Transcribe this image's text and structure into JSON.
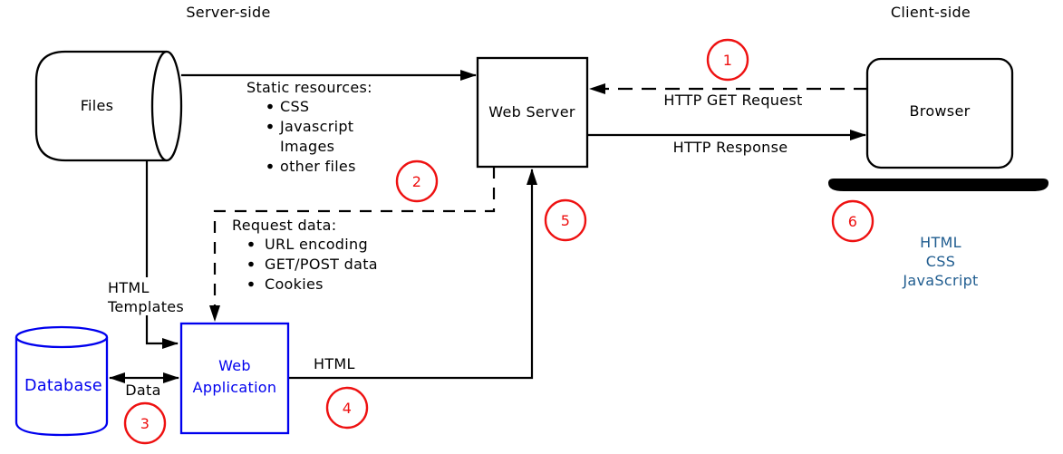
{
  "sections": {
    "server_side": "Server-side",
    "client_side": "Client-side"
  },
  "nodes": {
    "files": {
      "label": "Files",
      "shape": "horizontal-cylinder"
    },
    "web_server": {
      "label": "Web Server",
      "shape": "rect"
    },
    "browser": {
      "label": "Browser",
      "shape": "rounded-rect"
    },
    "database": {
      "label": "Database",
      "shape": "cylinder"
    },
    "web_application": {
      "line1": "Web",
      "line2": "Application",
      "shape": "rect"
    }
  },
  "edges": {
    "static_resources": {
      "from": "files",
      "to": "web_server",
      "style": "solid",
      "title": "Static resources:",
      "items": [
        "CSS",
        "Javascript",
        "Images",
        "other files"
      ]
    },
    "http_get_request": {
      "from": "browser",
      "to": "web_server",
      "style": "dashed",
      "label": "HTTP GET Request"
    },
    "http_response": {
      "from": "web_server",
      "to": "browser",
      "style": "solid",
      "label": "HTTP Response"
    },
    "request_data": {
      "from": "web_server",
      "to": "web_application",
      "style": "dashed",
      "title": "Request data:",
      "items": [
        "URL encoding",
        "GET/POST data",
        "Cookies"
      ]
    },
    "html_templates": {
      "from": "files",
      "to": "web_application",
      "style": "solid",
      "line1": "HTML",
      "line2": "Templates"
    },
    "data": {
      "from": "database",
      "to": "web_application",
      "style": "solid",
      "bidirectional": true,
      "label": "Data"
    },
    "html": {
      "from": "web_application",
      "to": "web_server",
      "style": "solid",
      "label": "HTML"
    }
  },
  "client_output": {
    "lines": [
      "HTML",
      "CSS",
      "JavaScript"
    ]
  },
  "steps": [
    "1",
    "2",
    "3",
    "4",
    "5",
    "6"
  ],
  "bullet_glyph": "•",
  "colors": {
    "diagram_line": "#000000",
    "node_accent_blue": "#0000ee",
    "client_output_text": "#1f5c8f",
    "step_marker_red": "#ee1111",
    "background": "#ffffff"
  }
}
